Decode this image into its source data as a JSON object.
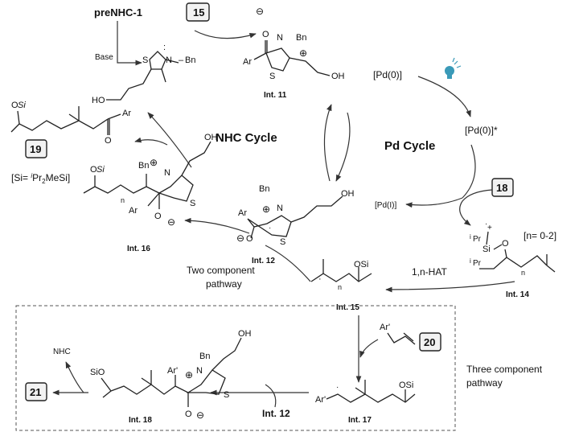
{
  "labels": {
    "prenhc": "preNHC-1",
    "base": "Base",
    "int11": "Int. 11",
    "int12": "Int. 12",
    "int14": "Int. 14",
    "int15": "Int. 15",
    "int16": "Int. 16",
    "int17": "Int. 17",
    "int18": "Int. 18",
    "int12_reagent": "Int. 12",
    "nhc_cycle": "NHC Cycle",
    "pd_cycle": "Pd Cycle",
    "pd0": "[Pd(0)]",
    "pd0_star": "[Pd(0)]*",
    "pd1": "[Pd(I)]",
    "hat": "1,n-HAT",
    "n_range": "[n= 0-2]",
    "si_def_a": "[Si= ",
    "si_def_b": "Pr",
    "si_def_c": "MeSi]",
    "two_comp_1": "Two component",
    "two_comp_2": "pathway",
    "three_comp_1": "Three component",
    "three_comp_2": "pathway",
    "nhc": "NHC"
  },
  "compounds": {
    "c15": "15",
    "c18": "18",
    "c19": "19",
    "c20": "20",
    "c21": "21"
  },
  "atoms": {
    "S": "S",
    "N": "N",
    "Bn": "Bn",
    "HO": "HO",
    "OH": "OH",
    "O": "O",
    "Ar": "Ar",
    "Arp": "Ar'",
    "Si": "Si",
    "OSi": "OSi",
    "SiO": "SiO",
    "iPr": "Pr",
    "i": "i",
    "n": "n",
    "two": "2",
    "plus": "⊕",
    "minus": "⊖"
  },
  "colors": {
    "lamp": "#3a9ab8",
    "box_fill": "#f2f2f2",
    "ink": "#111111"
  }
}
